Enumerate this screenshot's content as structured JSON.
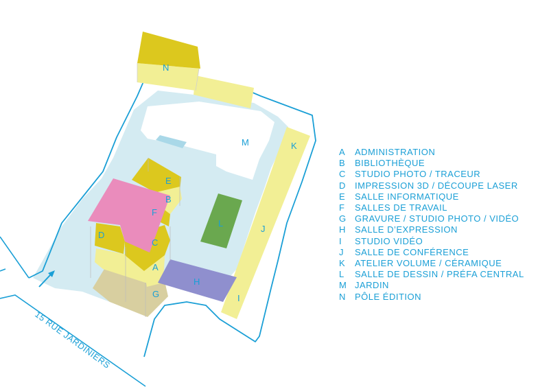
{
  "colors": {
    "accent": "#1a9fd6",
    "garden": "#d4ebf2",
    "yellow_dark": "#dcc81e",
    "yellow_light": "#f2ef95",
    "pink": "#ea8cbc",
    "violet": "#8f8fce",
    "green": "#6aa84f",
    "khaki": "#d8cfa0"
  },
  "street": {
    "name": "15 RUE JARDINIERS",
    "entrance_icon": "entrance-arrow-icon"
  },
  "map_labels": {
    "A": "A",
    "B": "B",
    "C": "C",
    "D": "D",
    "E": "E",
    "F": "F",
    "G": "G",
    "H": "H",
    "I": "I",
    "J": "J",
    "K": "K",
    "L": "L",
    "M": "M",
    "N": "N"
  },
  "legend": [
    {
      "key": "A",
      "label": "ADMINISTRATION"
    },
    {
      "key": "B",
      "label": "BIBLIOTHÈQUE"
    },
    {
      "key": "C",
      "label": "STUDIO PHOTO / TRACEUR"
    },
    {
      "key": "D",
      "label": "IMPRESSION 3D / DÉCOUPE LASER"
    },
    {
      "key": "E",
      "label": "SALLE INFORMATIQUE"
    },
    {
      "key": "F",
      "label": "SALLES DE TRAVAIL"
    },
    {
      "key": "G",
      "label": "GRAVURE / STUDIO PHOTO / VIDÉO"
    },
    {
      "key": "H",
      "label": "SALLE D’EXPRESSION"
    },
    {
      "key": "I",
      "label": "STUDIO VIDÉO"
    },
    {
      "key": "J",
      "label": "SALLE DE CONFÉRENCE"
    },
    {
      "key": "K",
      "label": "ATELIER VOLUME / CÉRAMIQUE"
    },
    {
      "key": "L",
      "label": "SALLE DE DESSIN / PRÉFA CENTRAL"
    },
    {
      "key": "M",
      "label": "JARDIN"
    },
    {
      "key": "N",
      "label": "PÔLE ÉDITION"
    }
  ]
}
